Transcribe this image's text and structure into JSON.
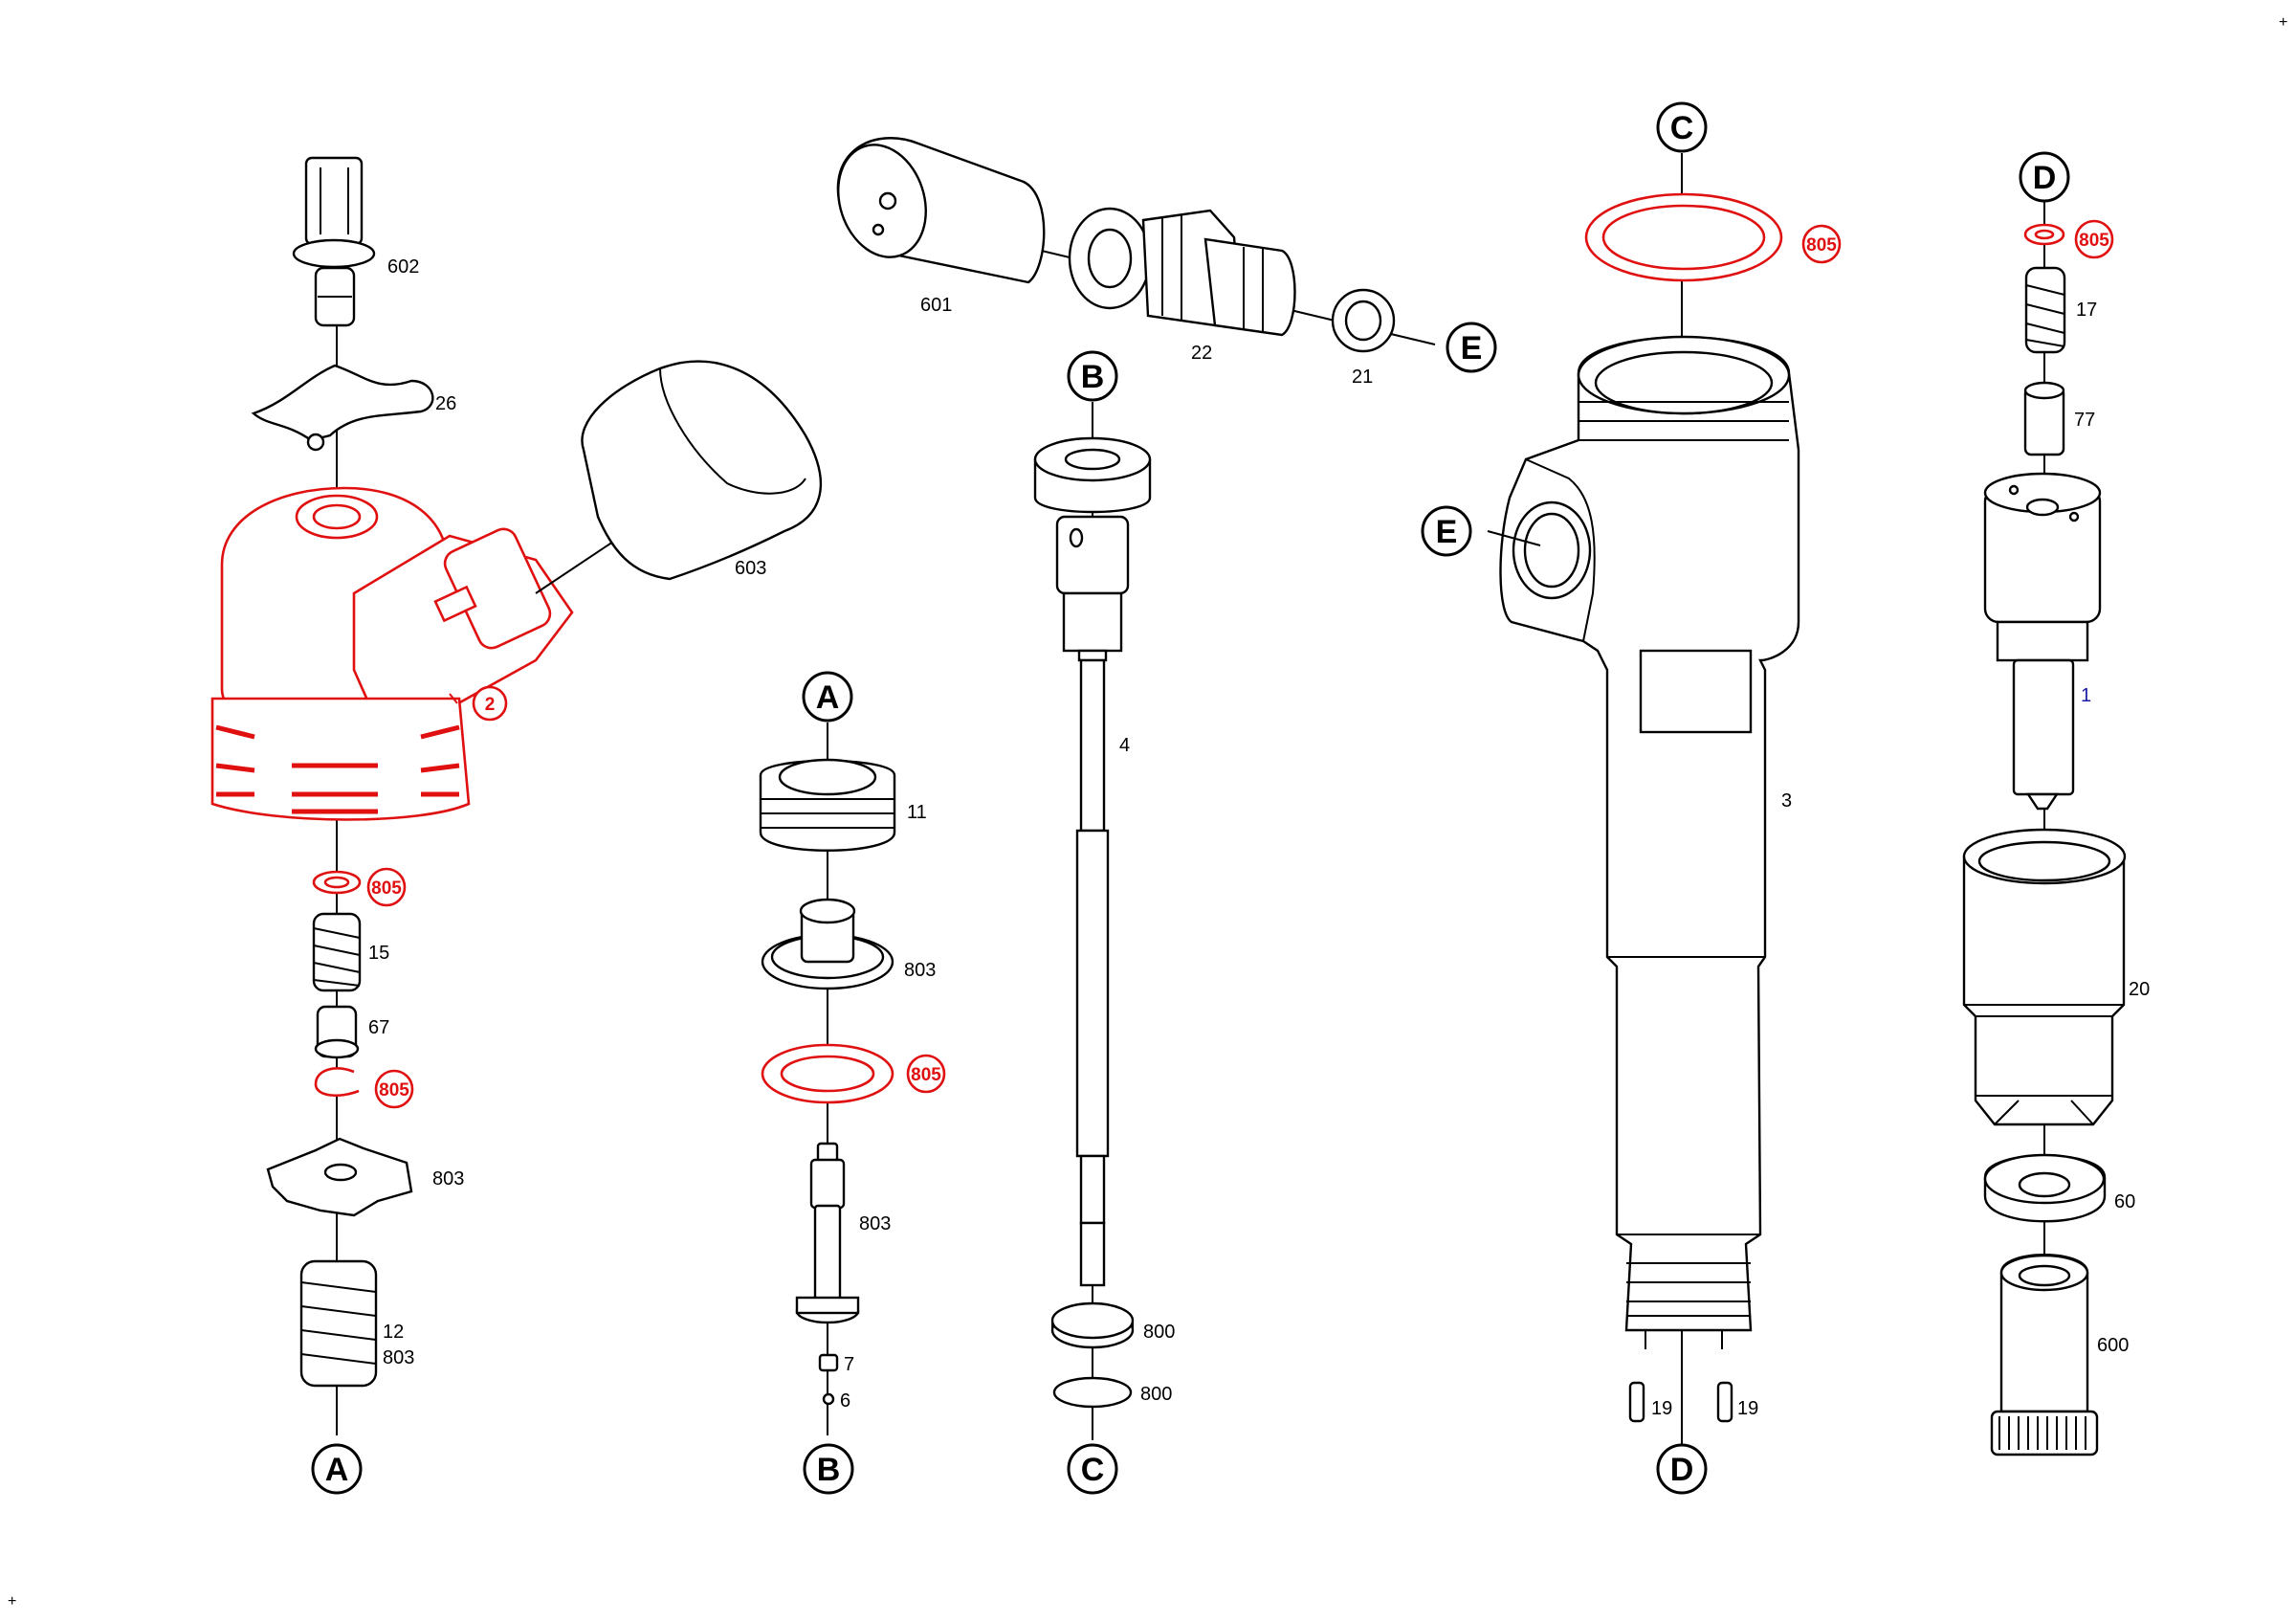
{
  "labels": {
    "p602": "602",
    "p26": "26",
    "p603": "603",
    "p2": "2",
    "p805_a": "805",
    "p15": "15",
    "p67": "67",
    "p805_b": "805",
    "p803_a": "803",
    "p12": "12",
    "p803_b": "803",
    "p601": "601",
    "p22": "22",
    "p21": "21",
    "p11": "11",
    "p803_c": "803",
    "p805_c": "805",
    "p803_d": "803",
    "p7": "7",
    "p6": "6",
    "p4": "4",
    "p800_a": "800",
    "p800_b": "800",
    "p805_d": "805",
    "p3": "3",
    "p19_a": "19",
    "p19_b": "19",
    "p805_e": "805",
    "p17": "17",
    "p77": "77",
    "p1": "1",
    "p20": "20",
    "p60": "60",
    "p600": "600"
  },
  "connectors": {
    "a_top": "A",
    "a_bottom": "A",
    "b_top": "B",
    "b_bottom": "B",
    "c_top": "C",
    "c_bottom": "C",
    "d_top": "D",
    "d_bottom": "D",
    "e_right": "E",
    "e_left": "E"
  },
  "corner_marks": {
    "top_right": "+",
    "bottom_left": "+"
  },
  "colors": {
    "highlight": "#e01010",
    "link": "#1a1aa8",
    "line": "#000000"
  }
}
